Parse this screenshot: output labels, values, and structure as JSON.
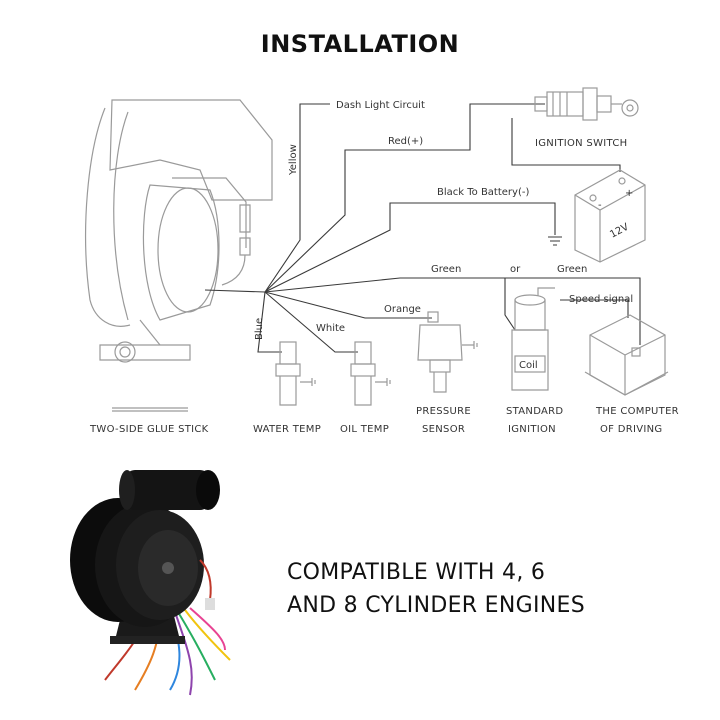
{
  "title": "INSTALLATION",
  "wires": {
    "yellow": "Yellow",
    "dash_light": "Dash Light Circuit",
    "red": "Red(+)",
    "black": "Black To Battery(-)",
    "green": "Green",
    "or": "or",
    "green2": "Green",
    "speed_signal": "Speed signal",
    "orange": "Orange",
    "white": "White",
    "blue": "Blue"
  },
  "components": {
    "ignition_switch": "IGNITION SWITCH",
    "battery": "12V",
    "battery_minus": "-",
    "battery_plus": "+",
    "coil": "Coil",
    "glue_stick": "TWO-SIDE GLUE STICK",
    "water_temp": "WATER TEMP",
    "oil_temp": "OIL TEMP",
    "pressure_sensor_1": "PRESSURE",
    "pressure_sensor_2": "SENSOR",
    "standard_ignition_1": "STANDARD",
    "standard_ignition_2": "IGNITION",
    "computer_1": "THE COMPUTER",
    "computer_2": "OF DRIVING"
  },
  "compat": {
    "line1": "COMPATIBLE WITH 4, 6",
    "line2": "AND 8 CYLINDER ENGINES"
  },
  "colors": {
    "wire": "#3a3a3a",
    "outline": "#9a9a9a",
    "gauge_body": "#111111"
  }
}
